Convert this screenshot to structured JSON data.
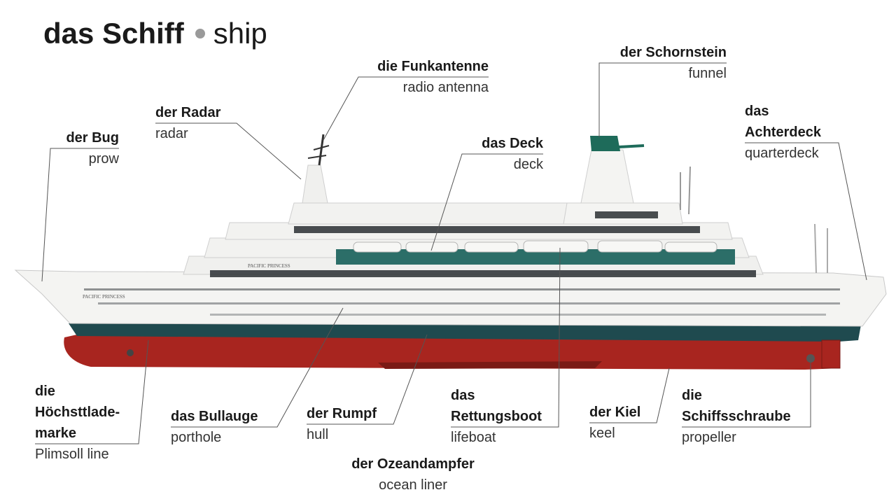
{
  "title": {
    "de": "das Schiff",
    "en": "ship"
  },
  "labels": {
    "funkantenne": {
      "de": "die Funkantenne",
      "en": "radio antenna"
    },
    "schornstein": {
      "de": "der Schornstein",
      "en": "funnel"
    },
    "radar": {
      "de": "der Radar",
      "en": "radar"
    },
    "bug": {
      "de": "der Bug",
      "en": "prow"
    },
    "deck": {
      "de": "das Deck",
      "en": "deck"
    },
    "achterdeck": {
      "de1": "das",
      "de2": "Achterdeck",
      "en": "quarterdeck"
    },
    "hoechstlademarke": {
      "de1": "die",
      "de2": "Höchsttlade-",
      "de3": "marke",
      "en": "Plimsoll line"
    },
    "bullauge": {
      "de": "das Bullauge",
      "en": "porthole"
    },
    "rumpf": {
      "de": "der Rumpf",
      "en": "hull"
    },
    "rettungsboot": {
      "de1": "das",
      "de2": "Rettungsboot",
      "en": "lifeboat"
    },
    "kiel": {
      "de": "der Kiel",
      "en": "keel"
    },
    "schiffsschraube": {
      "de1": "die",
      "de2": "Schiffsschraube",
      "en": "propeller"
    },
    "ozeandampfer": {
      "de": "der Ozeandampfer",
      "en": "ocean liner"
    }
  },
  "ship_name": "PACIFIC PRINCESS",
  "colors": {
    "hull_white": "#f4f4f2",
    "hull_red": "#a8251f",
    "waterline": "#1f4a4f",
    "funnel_teal": "#1e6b5a",
    "window": "#2a2f33",
    "leader": "#555555"
  }
}
